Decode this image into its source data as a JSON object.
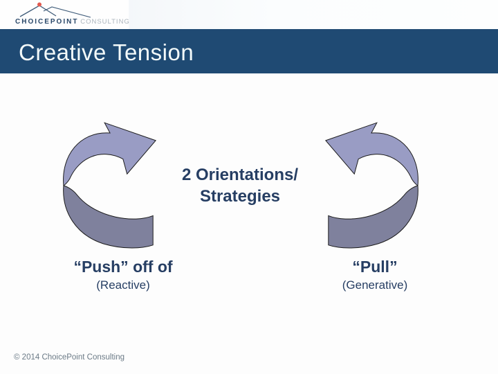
{
  "colors": {
    "band": "#1F4A73",
    "band-text": "#F3FAFA",
    "navy-text": "#263E63",
    "arrow-light": "#999CC4",
    "arrow-dark": "#7F819D",
    "arrow-outline": "#1a1a1a",
    "footer-text": "#6B7A86",
    "logo-navy": "#2A4869",
    "logo-gray": "#ABB4BC",
    "logo-dot": "#E25A50",
    "logo-line": "#3D5A78"
  },
  "logo": {
    "primary": "CHOICEPOINT",
    "secondary": "CONSULTING",
    "icon": "mountain-ridge-with-summit-dot"
  },
  "header": {
    "title": "Creative Tension"
  },
  "diagram": {
    "center_line1": "2 Orientations/",
    "center_line2": "Strategies",
    "left_arrow_icon": "curved-circular-arrow-pointing-upper-right",
    "right_arrow_icon": "curved-circular-arrow-pointing-upper-left",
    "left_title": "“Push” off of",
    "left_subtitle": "(Reactive)",
    "right_title": "“Pull”",
    "right_subtitle": "(Generative)"
  },
  "footer": {
    "copyright": "© 2014 ChoicePoint Consulting"
  }
}
